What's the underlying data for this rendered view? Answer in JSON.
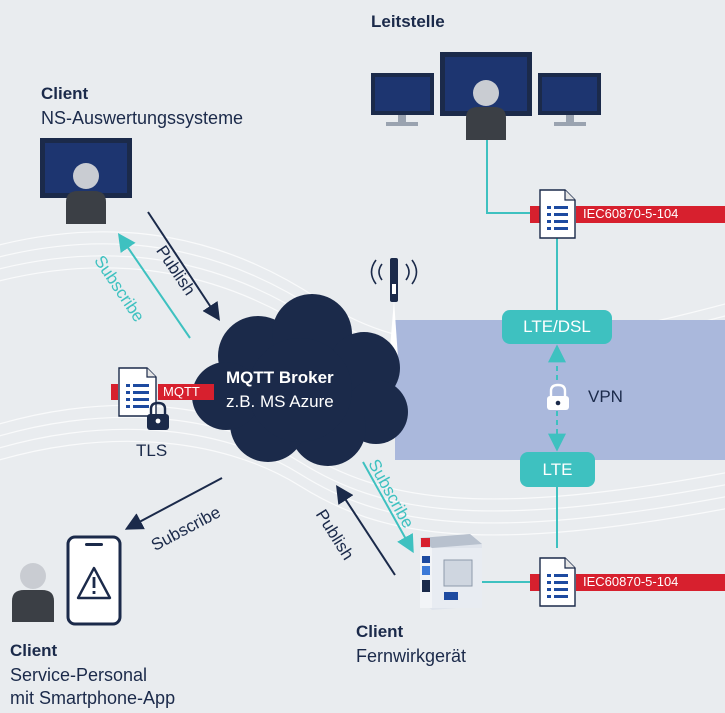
{
  "leitstelle": {
    "title": "Leitstelle"
  },
  "client_ns": {
    "title": "Client",
    "subtitle": "NS-Auswertungssysteme"
  },
  "broker": {
    "title": "MQTT Broker",
    "subtitle": "z.B. MS Azure"
  },
  "arrows": {
    "publish_top": "Publish",
    "subscribe_top": "Subscribe",
    "subscribe_left": "Subscribe",
    "subscribe_right": "Subscribe",
    "publish_right": "Publish"
  },
  "mqtt_doc": {
    "tag": "MQTT",
    "security": "TLS"
  },
  "network": {
    "lte_dsl": "LTE/DSL",
    "vpn": "VPN",
    "lte": "LTE"
  },
  "protocol_top": {
    "tag": "IEC60870-5-104"
  },
  "protocol_bottom": {
    "tag": "IEC60870-5-104"
  },
  "client_service": {
    "title": "Client",
    "line1": "Service-Personal",
    "line2": "mit Smartphone-App"
  },
  "client_fernwirk": {
    "title": "Client",
    "subtitle": "Fernwirkgerät"
  },
  "colors": {
    "navy": "#1b2a4a",
    "teal": "#3ec1c0",
    "red": "#d7202e",
    "band": "#aab8dc",
    "background": "#e9ecef"
  },
  "icons": [
    "monitor-icon",
    "person-icon",
    "document-icon",
    "lock-icon",
    "smartphone-icon",
    "warning-icon",
    "antenna-icon",
    "cloud-icon",
    "router-device-icon"
  ]
}
